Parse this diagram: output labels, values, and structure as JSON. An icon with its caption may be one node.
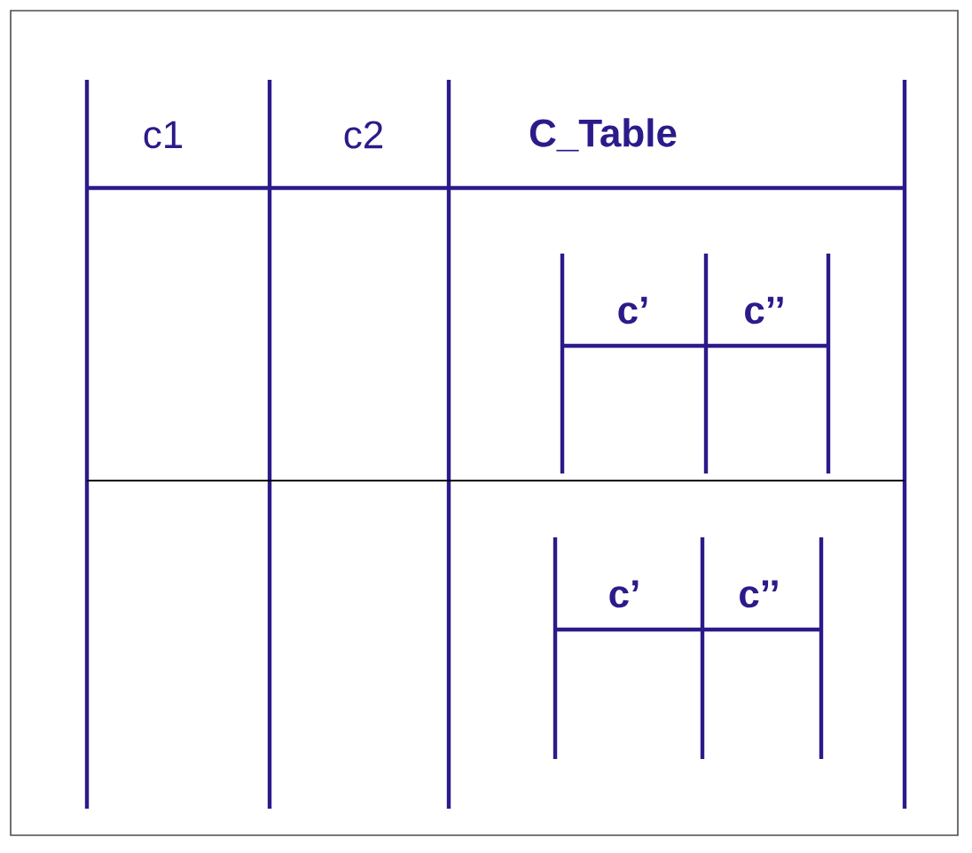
{
  "diagram": {
    "labels": [
      "c1",
      "c2",
      "C_Table",
      "c’",
      "c’’",
      "c’",
      "c’’"
    ]
  }
}
